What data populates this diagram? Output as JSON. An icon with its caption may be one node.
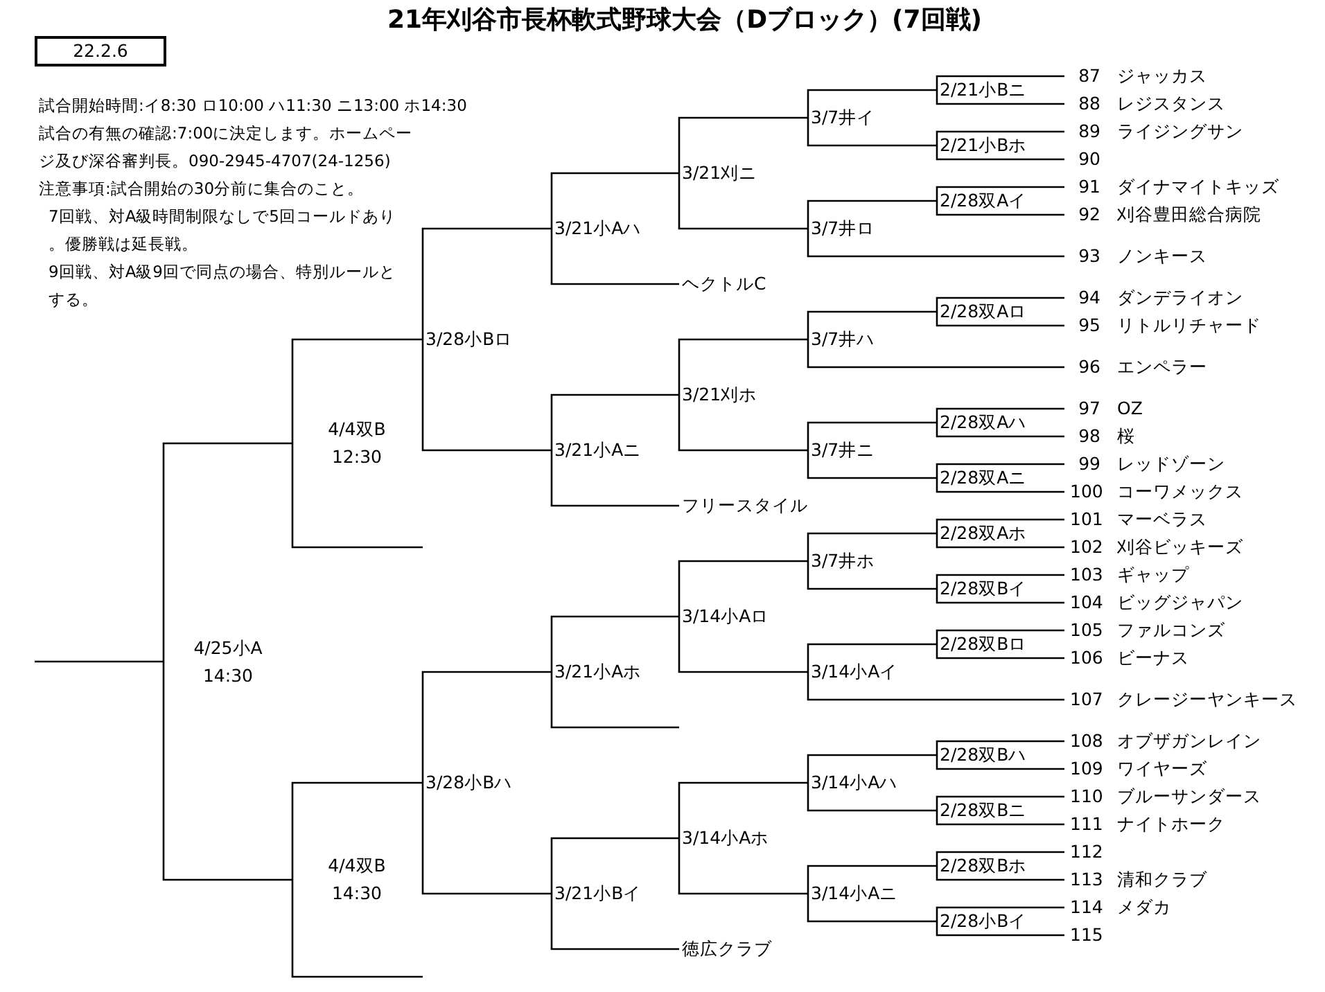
{
  "diagram": {
    "title": "21年刈谷市長杯軟式野球大会（Dブロック）(7回戦)",
    "nodes": [
      {
        "text": [
          "22.2.6"
        ]
      },
      {
        "text": [
          "4/25小A 14:30"
        ]
      },
      {
        "text": [
          "4/4双B 12:30"
        ]
      },
      {
        "text": [
          "3/28小Bロ"
        ]
      },
      {
        "text": [
          "3/21小Aハ"
        ]
      },
      {
        "text": [
          "3/21刈ニ"
        ]
      },
      {
        "text": [
          "3/7井イ"
        ]
      },
      {
        "text": [
          "2/21小Bニ"
        ]
      },
      {
        "text": [
          "87",
          "ジャッカス"
        ]
      },
      {
        "text": [
          "88",
          "レジスタンス"
        ]
      },
      {
        "text": [
          "2/21小Bホ"
        ]
      },
      {
        "text": [
          "89",
          "ライジングサン"
        ]
      },
      {
        "text": [
          "90"
        ]
      },
      {
        "text": [
          "3/7井ロ"
        ]
      },
      {
        "text": [
          "2/28双Aイ"
        ]
      },
      {
        "text": [
          "91",
          "ダイナマイトキッズ"
        ]
      },
      {
        "text": [
          "92",
          "刈谷豊田総合病院"
        ]
      },
      {
        "text": [
          "93",
          "ノンキース"
        ]
      },
      {
        "text": [
          "ヘクトルC"
        ]
      },
      {
        "text": [
          "3/21小Aニ"
        ]
      },
      {
        "text": [
          "3/21刈ホ"
        ]
      },
      {
        "text": [
          "3/7井ハ"
        ]
      },
      {
        "text": [
          "2/28双Aロ"
        ]
      },
      {
        "text": [
          "94",
          "ダンデライオン"
        ]
      },
      {
        "text": [
          "95",
          "リトルリチャード"
        ]
      },
      {
        "text": [
          "96",
          "エンペラー"
        ]
      },
      {
        "text": [
          "3/7井ニ"
        ]
      },
      {
        "text": [
          "2/28双Aハ"
        ]
      },
      {
        "text": [
          "97",
          "OZ"
        ]
      },
      {
        "text": [
          "98",
          "桜"
        ]
      },
      {
        "text": [
          "2/28双Aニ"
        ]
      },
      {
        "text": [
          "99",
          "レッドゾーン"
        ]
      },
      {
        "text": [
          "100",
          "コーワメックス"
        ]
      },
      {
        "text": [
          "フリースタイル"
        ]
      },
      {
        "text": [
          "4/4双B 14:30"
        ]
      },
      {
        "text": [
          "3/28小Bハ"
        ]
      },
      {
        "text": [
          "3/21小Aホ"
        ]
      },
      {
        "text": [
          "3/14小Aロ"
        ]
      },
      {
        "text": [
          "3/7井ホ"
        ]
      },
      {
        "text": [
          "2/28双Aホ"
        ]
      },
      {
        "text": [
          "101",
          "マーベラス"
        ]
      },
      {
        "text": [
          "102",
          "刈谷ビッキーズ"
        ]
      },
      {
        "text": [
          "2/28双Bイ"
        ]
      },
      {
        "text": [
          "103",
          "ギャップ"
        ]
      },
      {
        "text": [
          "104",
          "ビッグジャパン"
        ]
      },
      {
        "text": [
          "3/14小Aイ"
        ]
      },
      {
        "text": [
          "2/28双Bロ"
        ]
      },
      {
        "text": [
          "105",
          "ファルコンズ"
        ]
      },
      {
        "text": [
          "106",
          "ビーナス"
        ]
      },
      {
        "text": [
          "107",
          "クレージーヤンキース"
        ]
      },
      {
        "text": [
          "3/21小Bイ"
        ]
      },
      {
        "text": [
          "3/14小Aホ"
        ]
      },
      {
        "text": [
          "3/14小Aハ"
        ]
      },
      {
        "text": [
          "2/28双Bハ"
        ]
      },
      {
        "text": [
          "108",
          "オブザガンレイン"
        ]
      },
      {
        "text": [
          "109",
          "ワイヤーズ"
        ]
      },
      {
        "text": [
          "2/28双Bニ"
        ]
      },
      {
        "text": [
          "110",
          "ブルーサンダース"
        ]
      },
      {
        "text": [
          "111",
          "ナイトホーク"
        ]
      },
      {
        "text": [
          "3/14小Aニ"
        ]
      },
      {
        "text": [
          "2/28双Bホ"
        ]
      },
      {
        "text": [
          "112"
        ]
      },
      {
        "text": [
          "113",
          "清和クラブ"
        ]
      },
      {
        "text": [
          "2/28小Bイ"
        ]
      },
      {
        "text": [
          "114",
          "メダカ"
        ]
      },
      {
        "text": [
          "115"
        ]
      },
      {
        "text": [
          "徳広クラブ"
        ]
      }
    ],
    "edges": [
      {
        "from": 1,
        "to": null,
        "arrow": "none"
      },
      {
        "from": 2,
        "to": 1,
        "arrow": "none"
      },
      {
        "from": 3,
        "to": 2,
        "arrow": "none"
      },
      {
        "from": 4,
        "to": 3,
        "arrow": "none"
      },
      {
        "from": 5,
        "to": 4,
        "arrow": "none"
      },
      {
        "from": 6,
        "to": 5,
        "arrow": "none"
      },
      {
        "from": 7,
        "to": 6,
        "arrow": "none"
      },
      {
        "from": 8,
        "to": 7,
        "arrow": "none"
      },
      {
        "from": 9,
        "to": 7,
        "arrow": "none"
      },
      {
        "from": 10,
        "to": 6,
        "arrow": "none"
      },
      {
        "from": 11,
        "to": 10,
        "arrow": "none"
      },
      {
        "from": 12,
        "to": 10,
        "arrow": "none"
      },
      {
        "from": 13,
        "to": 5,
        "arrow": "none"
      },
      {
        "from": 14,
        "to": 13,
        "arrow": "none"
      },
      {
        "from": 15,
        "to": 14,
        "arrow": "none"
      },
      {
        "from": 16,
        "to": 14,
        "arrow": "none"
      },
      {
        "from": 17,
        "to": 13,
        "arrow": "none"
      },
      {
        "from": 18,
        "to": 4,
        "arrow": "none"
      },
      {
        "from": 19,
        "to": 3,
        "arrow": "none"
      },
      {
        "from": 20,
        "to": 19,
        "arrow": "none"
      },
      {
        "from": 21,
        "to": 20,
        "arrow": "none"
      },
      {
        "from": 22,
        "to": 21,
        "arrow": "none"
      },
      {
        "from": 23,
        "to": 22,
        "arrow": "none"
      },
      {
        "from": 24,
        "to": 22,
        "arrow": "none"
      },
      {
        "from": 25,
        "to": 21,
        "arrow": "none"
      },
      {
        "from": 26,
        "to": 20,
        "arrow": "none"
      },
      {
        "from": 27,
        "to": 26,
        "arrow": "none"
      },
      {
        "from": 28,
        "to": 27,
        "arrow": "none"
      },
      {
        "from": 29,
        "to": 27,
        "arrow": "none"
      },
      {
        "from": 30,
        "to": 26,
        "arrow": "none"
      },
      {
        "from": 31,
        "to": 30,
        "arrow": "none"
      },
      {
        "from": 32,
        "to": 30,
        "arrow": "none"
      },
      {
        "from": 33,
        "to": 19,
        "arrow": "none"
      },
      {
        "from": null,
        "to": 2,
        "arrow": "none"
      },
      {
        "from": 34,
        "to": 1,
        "arrow": "none"
      },
      {
        "from": 35,
        "to": 34,
        "arrow": "none"
      },
      {
        "from": 36,
        "to": 35,
        "arrow": "none"
      },
      {
        "from": 37,
        "to": 36,
        "arrow": "none"
      },
      {
        "from": 38,
        "to": 37,
        "arrow": "none"
      },
      {
        "from": 39,
        "to": 38,
        "arrow": "none"
      },
      {
        "from": 40,
        "to": 39,
        "arrow": "none"
      },
      {
        "from": 41,
        "to": 39,
        "arrow": "none"
      },
      {
        "from": 42,
        "to": 38,
        "arrow": "none"
      },
      {
        "from": 43,
        "to": 42,
        "arrow": "none"
      },
      {
        "from": 44,
        "to": 42,
        "arrow": "none"
      },
      {
        "from": 45,
        "to": 37,
        "arrow": "none"
      },
      {
        "from": 46,
        "to": 45,
        "arrow": "none"
      },
      {
        "from": 47,
        "to": 46,
        "arrow": "none"
      },
      {
        "from": 48,
        "to": 46,
        "arrow": "none"
      },
      {
        "from": 49,
        "to": 45,
        "arrow": "none"
      },
      {
        "from": null,
        "to": 36,
        "arrow": "none"
      },
      {
        "from": 50,
        "to": 35,
        "arrow": "none"
      },
      {
        "from": 51,
        "to": 50,
        "arrow": "none"
      },
      {
        "from": 52,
        "to": 51,
        "arrow": "none"
      },
      {
        "from": 53,
        "to": 52,
        "arrow": "none"
      },
      {
        "from": 54,
        "to": 53,
        "arrow": "none"
      },
      {
        "from": 55,
        "to": 53,
        "arrow": "none"
      },
      {
        "from": 56,
        "to": 52,
        "arrow": "none"
      },
      {
        "from": 57,
        "to": 56,
        "arrow": "none"
      },
      {
        "from": 58,
        "to": 56,
        "arrow": "none"
      },
      {
        "from": 59,
        "to": 51,
        "arrow": "none"
      },
      {
        "from": 60,
        "to": 59,
        "arrow": "none"
      },
      {
        "from": 61,
        "to": 60,
        "arrow": "none"
      },
      {
        "from": 62,
        "to": 60,
        "arrow": "none"
      },
      {
        "from": 63,
        "to": 59,
        "arrow": "none"
      },
      {
        "from": 64,
        "to": 63,
        "arrow": "none"
      },
      {
        "from": 65,
        "to": 63,
        "arrow": "none"
      },
      {
        "from": 66,
        "to": 50,
        "arrow": "none"
      },
      {
        "from": null,
        "to": 34,
        "arrow": "none"
      }
    ],
    "labels": [
      "試合開始時間:イ8:30 ロ10:00 ハ11:30 ニ13:00 ホ14:30",
      "試合の有無の確認:7:00に決定します。ホームページ及び深谷審判長。090-2945-4707(24-1256)",
      "注意事項:試合開始の30分前に集合のこと。",
      "7回戦、対A級時間制限なしで5回コールドあり。優勝戦は延長戦。",
      "9回戦、対A級9回で同点の場合、特別ルールとする。"
    ]
  }
}
